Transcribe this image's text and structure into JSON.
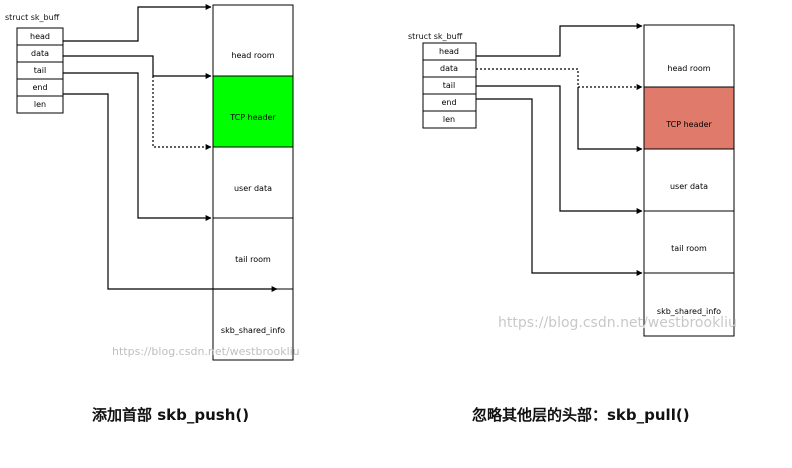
{
  "left": {
    "struct_title": "struct sk_buff",
    "fields": [
      "head",
      "data",
      "tail",
      "end",
      "len"
    ],
    "regions": [
      "head room",
      "TCP header",
      "user data",
      "tail room",
      "skb_shared_info"
    ],
    "highlight_color": "#00ff00",
    "watermark": "https://blog.csdn.net/westbrookliu",
    "caption": "添加首部  skb_push()"
  },
  "right": {
    "struct_title": "struct sk_buff",
    "fields": [
      "head",
      "data",
      "tail",
      "end",
      "len"
    ],
    "regions": [
      "head room",
      "TCP header",
      "user data",
      "tail room",
      "skb_shared_info"
    ],
    "highlight_color": "#e07b6b",
    "watermark": "https://blog.csdn.net/westbrookliu",
    "caption": "忽略其他层的头部：skb_pull()"
  }
}
